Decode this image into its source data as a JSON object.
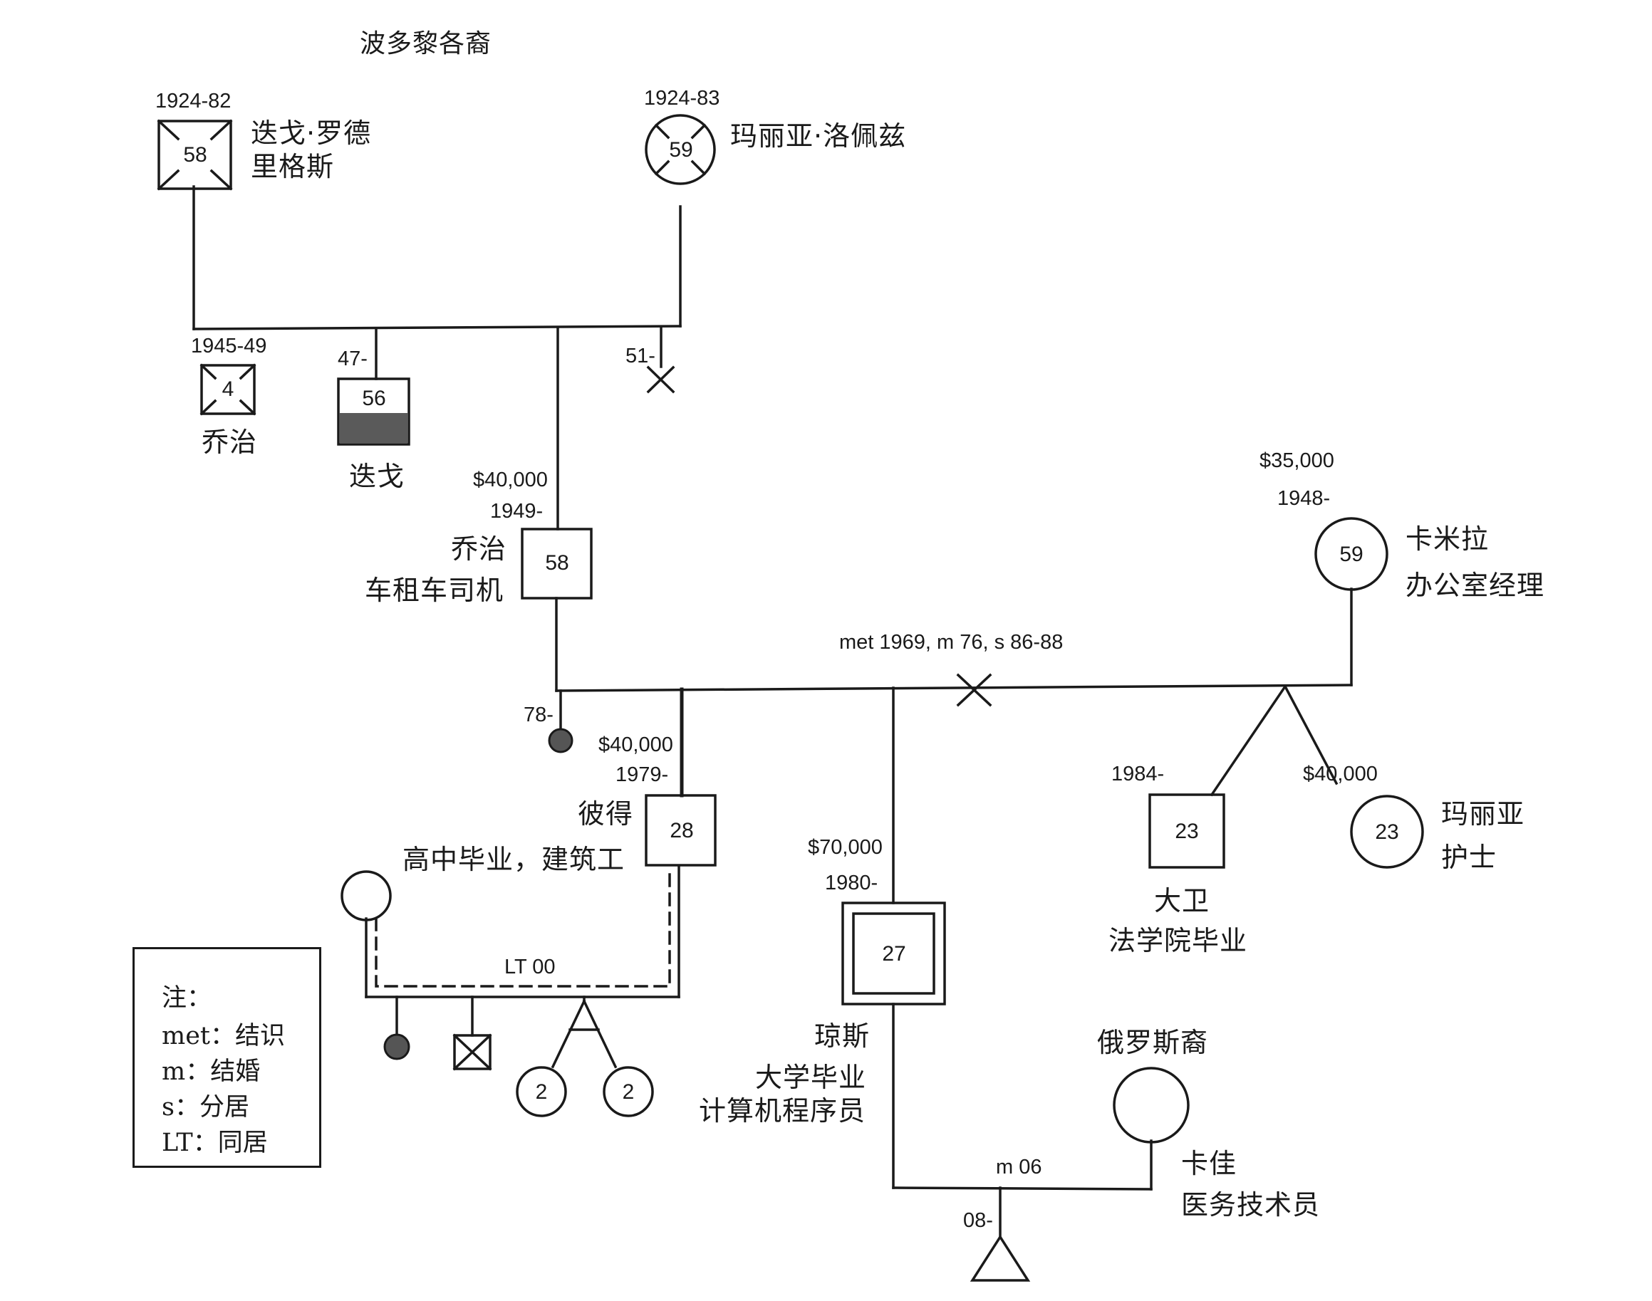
{
  "title": "波多黎各裔",
  "people": {
    "diego_grandfather": {
      "years": "1924-82",
      "age": "58",
      "name_line1": "迭戈·罗德",
      "name_line2": "里格斯"
    },
    "maria_grandmother": {
      "years": "1924-83",
      "age": "59",
      "name": "玛丽亚·洛佩兹"
    },
    "george_child": {
      "years": "1945-49",
      "age": "4",
      "name": "乔治"
    },
    "diego_son": {
      "years": "47-",
      "age": "56",
      "name": "迭戈"
    },
    "miscarriage": {
      "years": "51-"
    },
    "george_father": {
      "income": "$40,000",
      "years": "1949-",
      "age": "58",
      "name": "乔治",
      "occupation": "车租车司机"
    },
    "camila": {
      "income": "$35,000",
      "years": "1948-",
      "age": "59",
      "name": "卡米拉",
      "occupation": "办公室经理"
    },
    "pregnancy_loss": {
      "years": "78-"
    },
    "peter": {
      "income": "$40,000",
      "years": "1979-",
      "age": "28",
      "name": "彼得",
      "occupation": "高中毕业，建筑工"
    },
    "jones": {
      "income": "$70,000",
      "years": "1980-",
      "age": "27",
      "name": "琼斯",
      "education": "大学毕业",
      "occupation": "计算机程序员"
    },
    "david": {
      "years": "1984-",
      "age": "23",
      "name": "大卫",
      "education": "法学院毕业"
    },
    "maria_daughter": {
      "income": "$40,000",
      "age": "23",
      "name": "玛丽亚",
      "occupation": "护士"
    },
    "twin_a": {
      "age": "2"
    },
    "twin_b": {
      "age": "2"
    },
    "kaja": {
      "ethnicity": "俄罗斯裔",
      "name": "卡佳",
      "occupation": "医务技术员"
    },
    "baby": {
      "years": "08-"
    }
  },
  "relationships": {
    "parents_couple": "met 1969, m 76, s 86-88",
    "peter_partner": "LT 00",
    "jones_kaja": "m 06"
  },
  "legend": {
    "title": "注：",
    "items": [
      {
        "key": "met",
        "sep": "：",
        "value": "结识"
      },
      {
        "key": "m",
        "sep": "：",
        "value": "结婚"
      },
      {
        "key": "s",
        "sep": "：",
        "value": "分居"
      },
      {
        "key": "LT",
        "sep": "：",
        "value": "同居"
      }
    ]
  }
}
